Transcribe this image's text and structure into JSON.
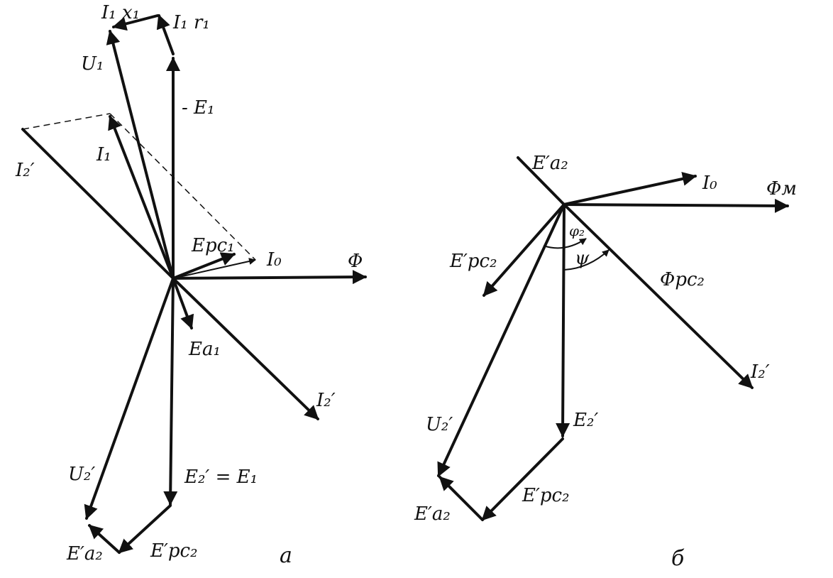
{
  "diagram_a": {
    "caption": "а",
    "labels": {
      "i1x1": "I₁ x₁",
      "i1r1": "I₁ r₁",
      "u1": "U₁",
      "minus_e1": "- E₁",
      "i1": "I₁",
      "i2_prime_top": "I₂′",
      "epc1": "Epc₁",
      "i0": "I₀",
      "phi": "Φ",
      "ea1": "Ea₁",
      "i2_prime_bottom": "I₂′",
      "u2_prime": "U₂′",
      "e2_eq_e1": "E₂′ = E₁",
      "ea2_prime": "E′a₂",
      "epc2_prime": "E′pc₂"
    }
  },
  "diagram_b": {
    "caption": "б",
    "labels": {
      "ea2_prime_top": "E′a₂",
      "i0": "I₀",
      "phi_m": "Φм",
      "epc2_prime_left": "E′pc₂",
      "phi2": "φ₂",
      "psi": "ψ",
      "phipc2": "Φpc₂",
      "i2_prime": "I₂′",
      "u2_prime": "U₂′",
      "e2_prime": "E₂′",
      "epc2_prime_bottom": "E′pc₂",
      "ea2_prime_bottom": "E′a₂"
    }
  }
}
